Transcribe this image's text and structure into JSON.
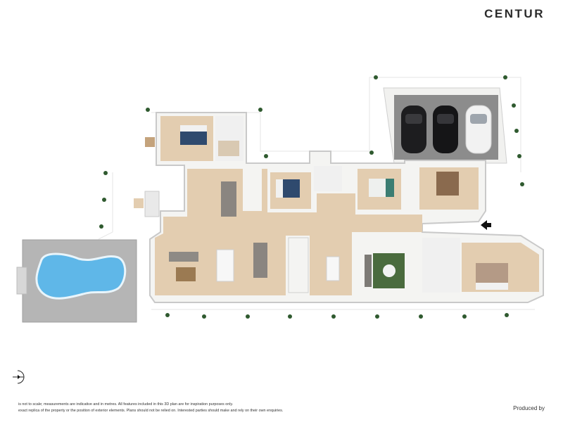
{
  "header": {
    "brand": "CENTUR"
  },
  "footer": {
    "disclaimer_line1": "is not to scale; measurements are indicative and in metres. All features included in this 3D plan are for inspiration purposes only.",
    "disclaimer_line2": "exact replica of the property or the position of exterior elements. Plans should not be relied on. Interested parties should make and rely on their own enquiries.",
    "produced_by": "Produced by"
  },
  "colors": {
    "floor": "#e3cdb0",
    "wall": "#f4f4f2",
    "wall_shadow": "#c9c9c9",
    "garage_floor": "#8c8c8c",
    "pool_deck": "#b5b5b5",
    "pool_water": "#5fb7e8",
    "bed_navy": "#2f4a6e",
    "rug_green": "#4a6b3e",
    "shrub": "#2f5a2f"
  },
  "icons": [
    "north-arrow-icon",
    "entry-arrow-icon"
  ]
}
